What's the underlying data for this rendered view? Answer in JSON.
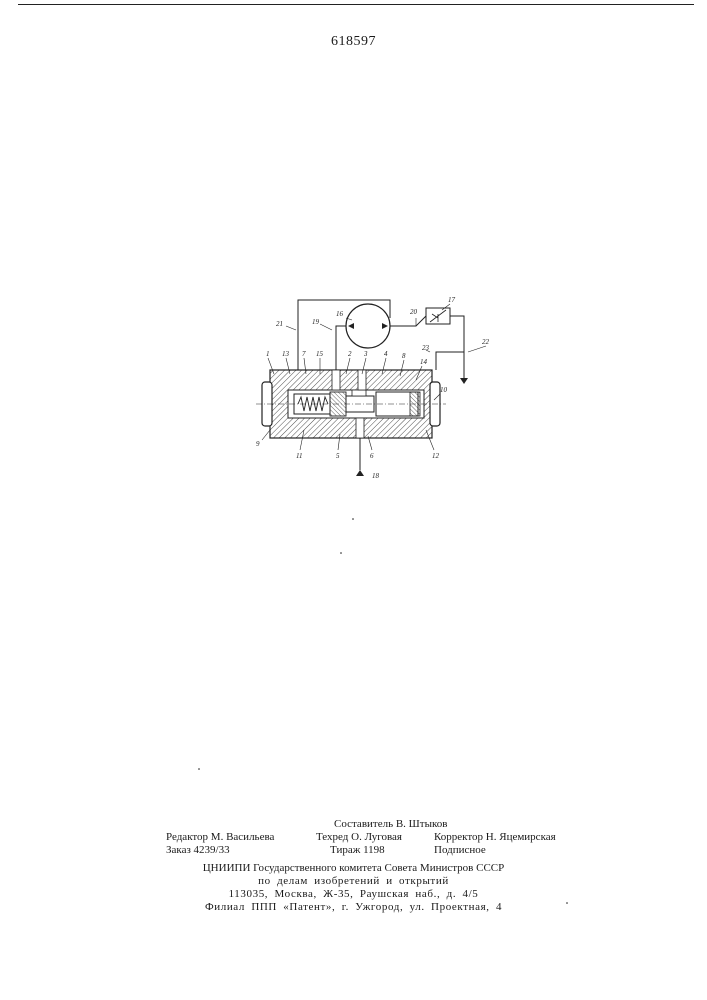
{
  "document": {
    "patent_number": "618597"
  },
  "drawing": {
    "labels": {
      "n1": "1",
      "n2": "2",
      "n3": "3",
      "n4": "4",
      "n5": "5",
      "n6": "6",
      "n7": "7",
      "n8": "8",
      "n9": "9",
      "n10": "10",
      "n11": "11",
      "n12": "12",
      "n13": "13",
      "n14": "14",
      "n15": "15",
      "n16": "16",
      "n17": "17",
      "n18": "18",
      "n19": "19",
      "n20": "20",
      "n21": "21",
      "n22": "22",
      "n23": "23"
    }
  },
  "footer": {
    "compiler": "Составитель В. Штыков",
    "editor": "Редактор М. Васильева",
    "techred": "Техред О. Луговая",
    "corrector": "Корректор Н. Яцемирская",
    "order": "Заказ 4239/33",
    "circulation": "Тираж 1198",
    "subscription": "Подписное",
    "org_line1": "ЦНИИПИ Государственного комитета Совета Министров СССР",
    "org_line2": "по делам изобретений и открытий",
    "org_line3": "113035, Москва, Ж-35, Раушская наб., д. 4/5",
    "org_line4": "Филиал ППП «Патент», г. Ужгород, ул. Проектная, 4"
  }
}
